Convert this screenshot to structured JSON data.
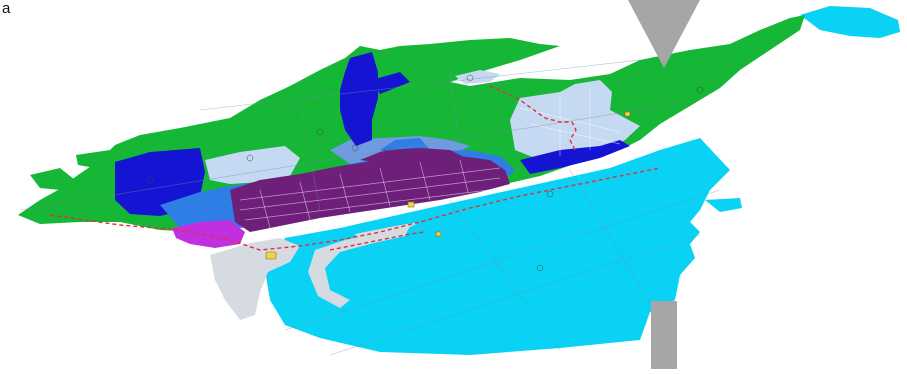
{
  "figure": {
    "caption": "a"
  },
  "colors": {
    "background": "#ffffff",
    "water": "#09d2f5",
    "green_zone": "#16b637",
    "blue_zone": "#1414d2",
    "medium_blue_zone": "#2f7ee6",
    "light_blue_zone": "#c6d9f2",
    "steel_blue_zone": "#6f9ce0",
    "purple_zone": "#6d1f7a",
    "magenta_zone": "#c22fe0",
    "grey_zone": "#d6dbe2",
    "boundary": "#e0303a",
    "arrow": "#a6a6a6"
  },
  "icons": {
    "north_arrow": "down-triangle",
    "scale_marker": "grey-bar"
  }
}
